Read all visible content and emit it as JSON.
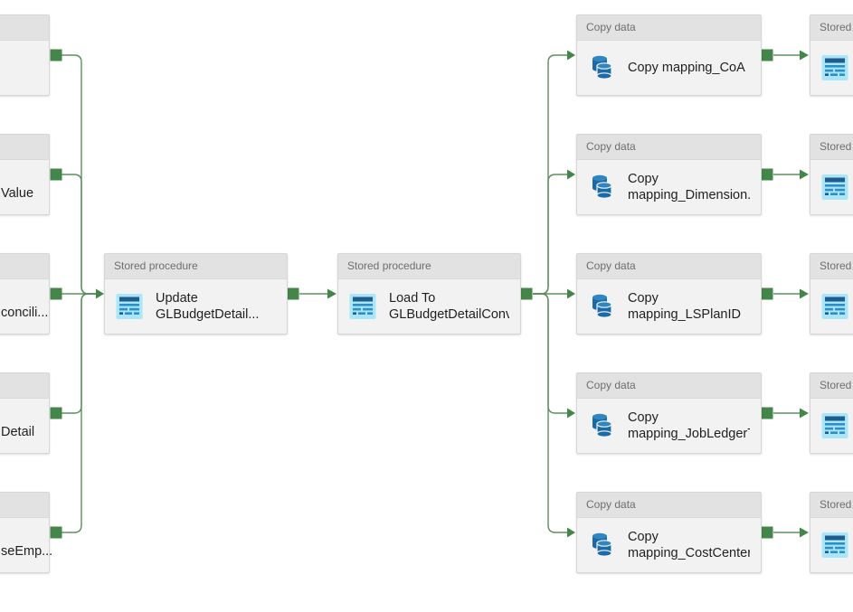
{
  "canvas": {
    "background": "#ffffff"
  },
  "colors": {
    "connector_green": "#44854a",
    "line_green": "#5d8f60",
    "header_bg": "#e2e2e2",
    "body_bg": "#f2f2f2",
    "header_text": "#6e6e6e",
    "body_text": "#1f1f1f",
    "sp_icon_bg": "#a8e6f8",
    "sp_icon_dark": "#1d5c8c",
    "sp_icon_blue": "#2e8ec9",
    "db_blue": "#1a6aa5",
    "db_blue_light": "#2f86c0"
  },
  "left_nodes": [
    {
      "header": "",
      "label_fragment": ""
    },
    {
      "header": "",
      "label_fragment": "Value"
    },
    {
      "header": "",
      "label_fragment": "concili..."
    },
    {
      "header": "",
      "label_fragment": "Detail"
    },
    {
      "header": "",
      "label_fragment": "seEmp..."
    }
  ],
  "stored_procedure_nodes": [
    {
      "header": "Stored procedure",
      "line1": "Update",
      "line2": "GLBudgetDetail..."
    },
    {
      "header": "Stored procedure",
      "line1": "Load To",
      "line2": "GLBudgetDetailConv..."
    }
  ],
  "copy_nodes": [
    {
      "header": "Copy data",
      "line1": "Copy mapping_CoA",
      "line2": ""
    },
    {
      "header": "Copy data",
      "line1": "Copy",
      "line2": "mapping_Dimension..."
    },
    {
      "header": "Copy data",
      "line1": "Copy",
      "line2": "mapping_LSPlanID"
    },
    {
      "header": "Copy data",
      "line1": "Copy",
      "line2": "mapping_JobLedgerT..."
    },
    {
      "header": "Copy data",
      "line1": "Copy",
      "line2": "mapping_CostCenter..."
    }
  ],
  "right_nodes": [
    {
      "header": "Stored"
    },
    {
      "header": "Stored"
    },
    {
      "header": "Stored"
    },
    {
      "header": "Stored"
    },
    {
      "header": "Stored"
    }
  ]
}
